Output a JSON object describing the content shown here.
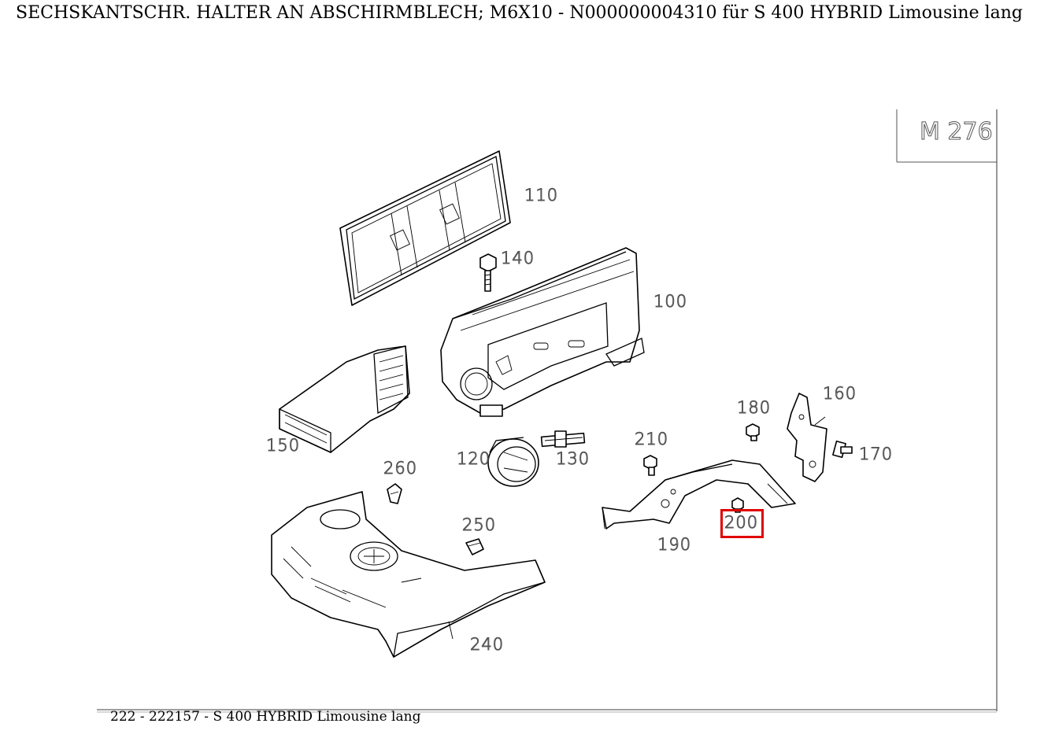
{
  "title": "SECHSKANTSCHR. HALTER AN ABSCHIRMBLECH; M6X10 - N000000004310 für S 400 HYBRID Limousine lang",
  "model_code": "M 276",
  "footer": "222 - 222157 - S 400 HYBRID Limousine lang",
  "highlight_color": "#e00000",
  "selected_part": "200",
  "callouts": {
    "c110": "110",
    "c140": "140",
    "c100": "100",
    "c150": "150",
    "c120": "120",
    "c130": "130",
    "c210": "210",
    "c180": "180",
    "c160": "160",
    "c170": "170",
    "c260": "260",
    "c250": "250",
    "c200": "200",
    "c190": "190",
    "c240": "240"
  }
}
